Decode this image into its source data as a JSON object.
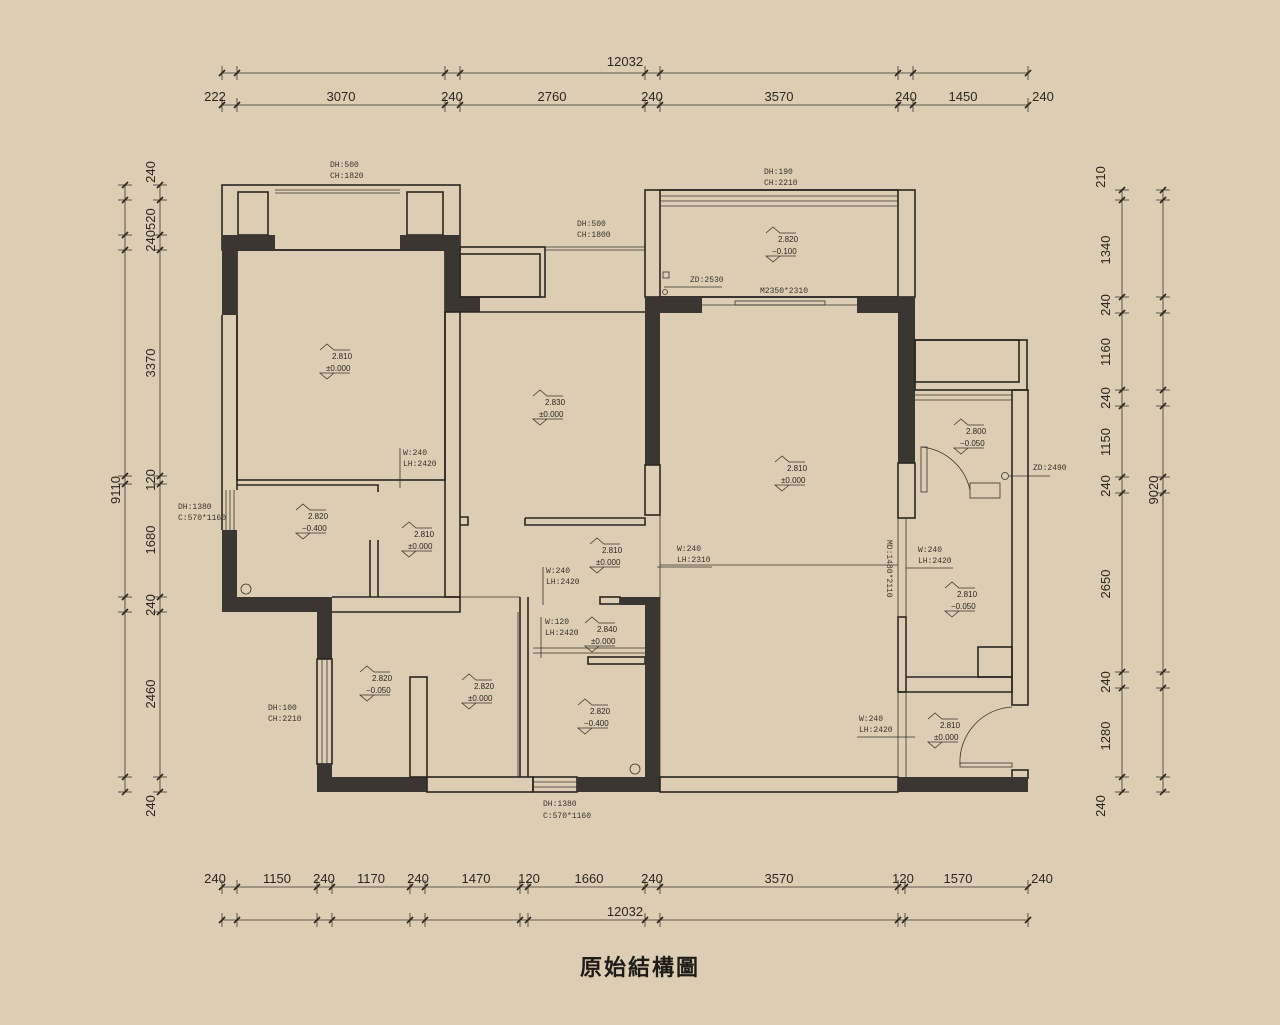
{
  "title": "原始結構圖",
  "colors": {
    "background": "#dccdb4",
    "wall": "#3b3631",
    "line": "#2b2621"
  },
  "dimensions": {
    "top_total": "12032",
    "top": [
      "222",
      "3070",
      "240",
      "2760",
      "240",
      "3570",
      "240",
      "1450",
      "240"
    ],
    "bottom_total": "12032",
    "bottom": [
      "240",
      "1150",
      "240",
      "1170",
      "240",
      "1470",
      "120",
      "1660",
      "240",
      "3570",
      "120",
      "1570",
      "240"
    ],
    "left_total": "9110",
    "left": [
      "240",
      "240520",
      "3370",
      "120",
      "1680",
      "240",
      "2460",
      "240"
    ],
    "right_total": "9020",
    "right": [
      "210",
      "1340",
      "240",
      "1160",
      "240",
      "1150",
      "240",
      "2650",
      "240",
      "1280",
      "240"
    ]
  },
  "annotations": [
    {
      "l1": "DH:500",
      "l2": "CH:1820"
    },
    {
      "l1": "DH:500",
      "l2": "CH:1800"
    },
    {
      "l1": "DH:190",
      "l2": "CH:2210"
    },
    {
      "l1": "ZD:2530",
      "l2": "M2350*2310"
    },
    {
      "l1": "W:240",
      "l2": "LH:2420"
    },
    {
      "l1": "DH:1380",
      "l2": "C:570*1160"
    },
    {
      "l1": "W:240",
      "l2": "LH:2420"
    },
    {
      "l1": "W:120",
      "l2": "LH:2420"
    },
    {
      "l1": "W:240",
      "l2": "LH:2310"
    },
    {
      "l1": "DH:100",
      "l2": "CH:2210"
    },
    {
      "l1": "DH:1380",
      "l2": "C:570*1160"
    },
    {
      "l1": "W:240",
      "l2": "LH:2420"
    },
    {
      "l1": "W:240",
      "l2": "LH:2420"
    },
    {
      "l1": "ZD:2490",
      "l2": "MD:1480*2110"
    }
  ],
  "elevations": [
    {
      "ceiling": "2.810",
      "floor": "±0.000"
    },
    {
      "ceiling": "2.830",
      "floor": "±0.000"
    },
    {
      "ceiling": "2.820",
      "floor": "−0.100"
    },
    {
      "ceiling": "2.810",
      "floor": "±0.000"
    },
    {
      "ceiling": "2.800",
      "floor": "−0.050"
    },
    {
      "ceiling": "2.820",
      "floor": "−0.400"
    },
    {
      "ceiling": "2.810",
      "floor": "±0.000"
    },
    {
      "ceiling": "2.810",
      "floor": "±0.000"
    },
    {
      "ceiling": "2.840",
      "floor": "±0.000"
    },
    {
      "ceiling": "2.820",
      "floor": "−0.050"
    },
    {
      "ceiling": "2.820",
      "floor": "±0.000"
    },
    {
      "ceiling": "2.820",
      "floor": "−0.400"
    },
    {
      "ceiling": "2.810",
      "floor": "−0.050"
    },
    {
      "ceiling": "2.810",
      "floor": "±0.000"
    }
  ]
}
